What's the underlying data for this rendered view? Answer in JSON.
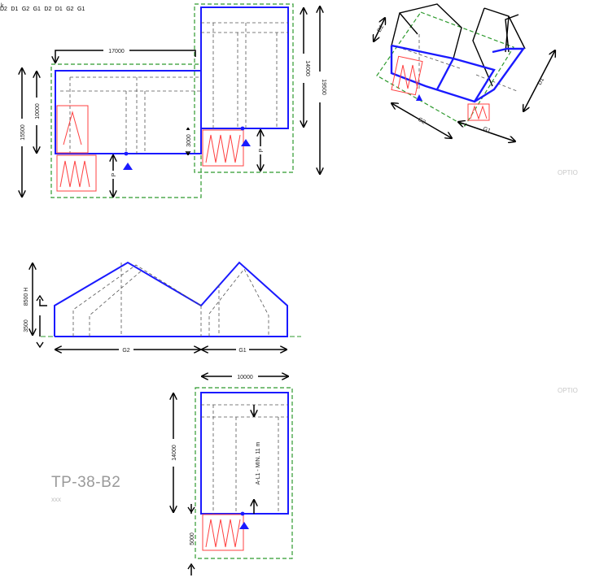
{
  "corner_mark": "k",
  "plan_top": {
    "dim_width": "17000",
    "dim_right_depth": "14000",
    "dim_total_depth": "19500",
    "dim_left_total": "15500",
    "dim_left_inner": "10000",
    "dim_step": "3000",
    "p_label": "P"
  },
  "section": {
    "dim_total_height": "8500 H",
    "dim_eave": "3500",
    "g2": "G2",
    "g1": "G1"
  },
  "plan_bottom": {
    "dim_width": "10000",
    "dim_depth": "14000",
    "dim_front": "5000",
    "note": "A-L1 - MIN. 11 m"
  },
  "title_block": {
    "code": "TP-38-B2",
    "sub": "xxx"
  },
  "isometric_views": [
    {
      "d2": "D2",
      "d1": "D1",
      "g2": "G2",
      "g1": "G1",
      "option": "OPTIO"
    },
    {
      "d2": "D2",
      "d1": "D1",
      "g2": "G2",
      "g1": "G1",
      "option": "OPTIO"
    },
    {
      "d2": "D2",
      "d1": "D1",
      "g2": "G2",
      "g1": "G1"
    }
  ],
  "colors": {
    "wall": "#1a1aff",
    "plot": "#2e9a2e",
    "parking": "#ff4040",
    "dim": "#000000",
    "hidden": "#555555"
  }
}
